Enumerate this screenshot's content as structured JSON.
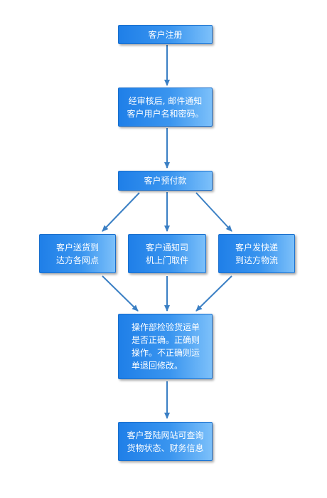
{
  "diagram": {
    "nodes": [
      {
        "id": "register",
        "text": "客户注册"
      },
      {
        "id": "review",
        "text": "经审核后, 邮件通知\n客户用户名和密码。"
      },
      {
        "id": "prepay",
        "text": "客户预付款"
      },
      {
        "id": "deliver_self",
        "text": "客户送货到\n达方各网点"
      },
      {
        "id": "pickup",
        "text": "客户通知司\n机上门取件"
      },
      {
        "id": "express",
        "text": "客户发快递\n到达方物流"
      },
      {
        "id": "check",
        "text": "操作部检验货运单\n是否正确。正确则\n操作。不正确则运\n单退回修改。"
      },
      {
        "id": "query",
        "text": "客户登陆网站可查询\n货物状态、财务信息"
      }
    ],
    "edges": [
      [
        "register",
        "review"
      ],
      [
        "review",
        "prepay"
      ],
      [
        "prepay",
        "deliver_self"
      ],
      [
        "prepay",
        "pickup"
      ],
      [
        "prepay",
        "express"
      ],
      [
        "deliver_self",
        "check"
      ],
      [
        "pickup",
        "check"
      ],
      [
        "express",
        "check"
      ],
      [
        "check",
        "query"
      ]
    ],
    "colors": {
      "node_fill": "#3a95ef",
      "node_border": "#1a6fcc",
      "arrow": "#3a7fc4"
    }
  }
}
